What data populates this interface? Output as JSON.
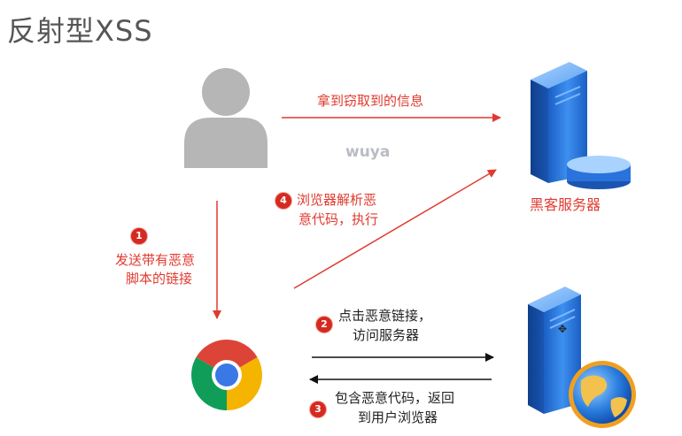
{
  "title": "反射型XSS",
  "watermark": "wuya",
  "labels": {
    "steal_info": "拿到窃取到的信息",
    "hacker_server": "黑客服务器",
    "step1_line1": "发送带有恶意",
    "step1_line2": "脚本的链接",
    "step4_line1": "浏览器解析恶",
    "step4_line2": "意代码，执行",
    "step2_line1": "点击恶意链接，",
    "step2_line2": "访问服务器",
    "step3_line1": "包含恶意代码，返回",
    "step3_line2": "到用户浏览器"
  },
  "badges": {
    "b1": "1",
    "b2": "2",
    "b3": "3",
    "b4": "4"
  },
  "icons": [
    "user-icon",
    "chrome-browser-icon",
    "hacker-server-icon",
    "web-server-icon"
  ],
  "colors": {
    "accent_red": "#e03a2f",
    "badge_red": "#d42a20",
    "server_blue": "#1f6fd6",
    "arrow_black": "#111111"
  }
}
